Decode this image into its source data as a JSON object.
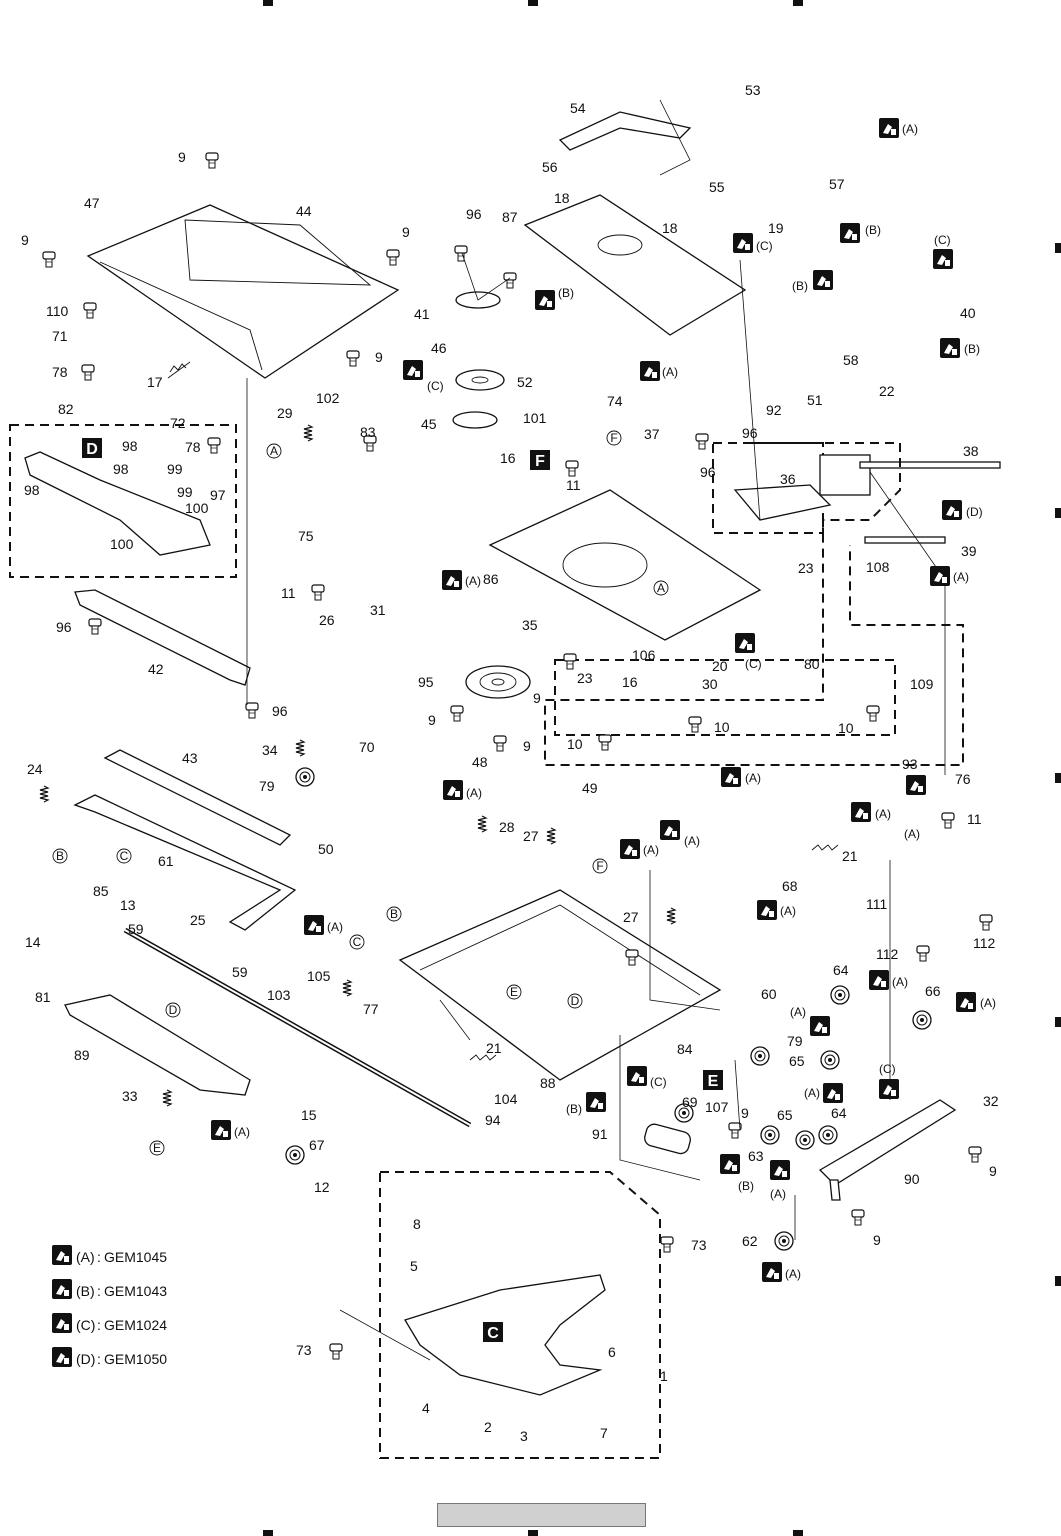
{
  "grease_legend": [
    {
      "code": "(A)",
      "value": "GEM1045"
    },
    {
      "code": "(B)",
      "value": "GEM1043"
    },
    {
      "code": "(C)",
      "value": "GEM1024"
    },
    {
      "code": "(D)",
      "value": "GEM1050"
    }
  ],
  "section_letters": [
    "C",
    "D",
    "E",
    "F"
  ],
  "ref_letters": [
    "A",
    "B",
    "C",
    "D",
    "E",
    "F"
  ],
  "grease_codes": [
    "(A)",
    "(B)",
    "(C)",
    "(D)"
  ],
  "part_numbers": [
    "1",
    "2",
    "3",
    "4",
    "5",
    "6",
    "7",
    "8",
    "9",
    "10",
    "11",
    "12",
    "13",
    "14",
    "15",
    "16",
    "17",
    "18",
    "19",
    "20",
    "21",
    "22",
    "23",
    "24",
    "25",
    "26",
    "27",
    "28",
    "29",
    "30",
    "31",
    "32",
    "33",
    "34",
    "35",
    "36",
    "37",
    "38",
    "39",
    "40",
    "41",
    "42",
    "43",
    "44",
    "45",
    "46",
    "47",
    "48",
    "49",
    "50",
    "51",
    "52",
    "53",
    "54",
    "55",
    "56",
    "57",
    "58",
    "59",
    "60",
    "61",
    "62",
    "63",
    "64",
    "65",
    "66",
    "67",
    "68",
    "69",
    "70",
    "71",
    "72",
    "73",
    "74",
    "75",
    "76",
    "77",
    "78",
    "79",
    "80",
    "81",
    "82",
    "83",
    "84",
    "85",
    "86",
    "87",
    "88",
    "89",
    "90",
    "91",
    "92",
    "93",
    "94",
    "95",
    "96",
    "97",
    "98",
    "99",
    "100",
    "101",
    "102",
    "103",
    "104",
    "105",
    "106",
    "107",
    "108",
    "109",
    "110",
    "111",
    "112"
  ],
  "grease_icon": "grease-application-icon",
  "colors": {
    "line": "#111111",
    "footer_bar": "#d0d0d0",
    "background": "#ffffff"
  }
}
